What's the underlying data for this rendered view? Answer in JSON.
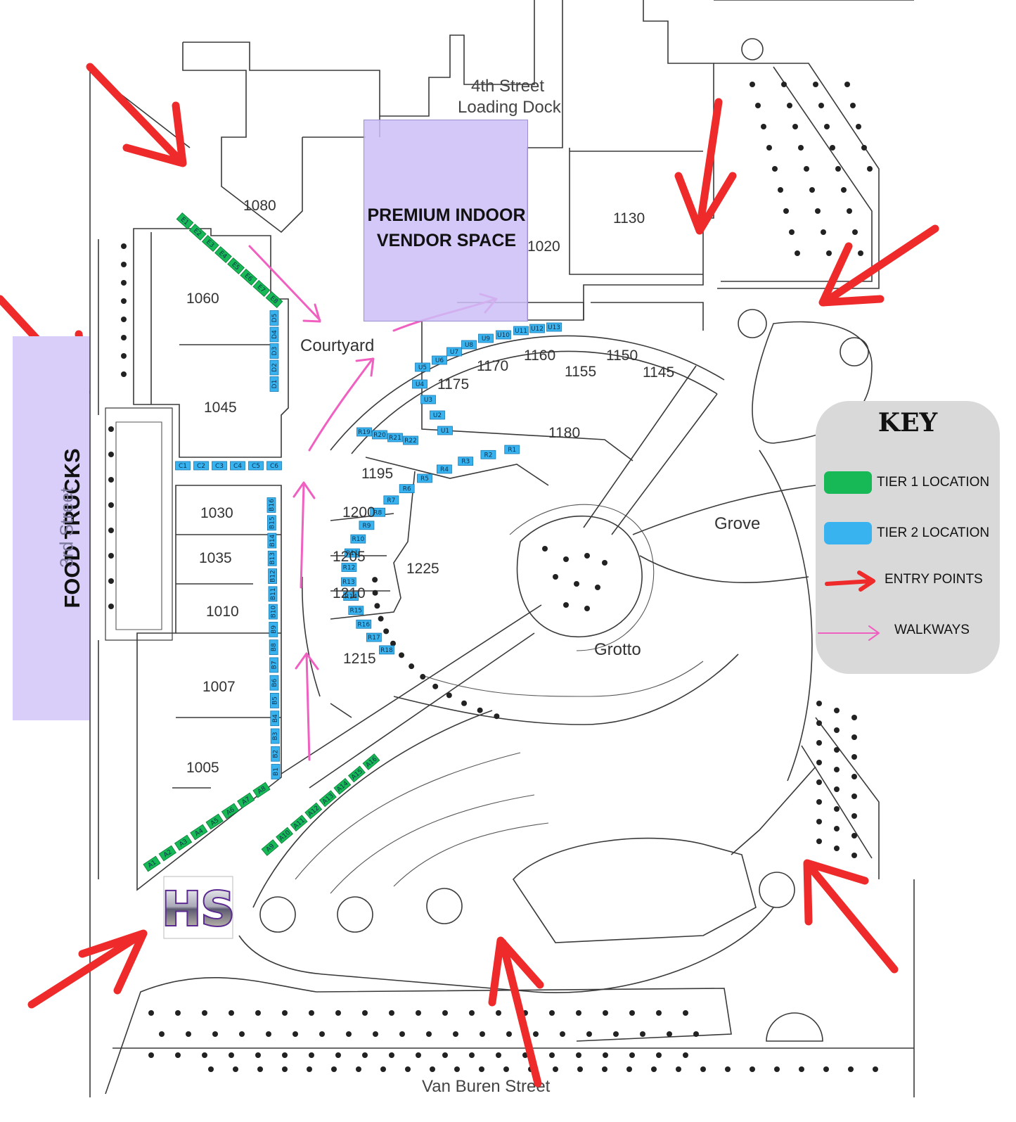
{
  "overlay_labels": {
    "food_trucks": "FOOD TRUCKS",
    "premium_line1": "PREMIUM INDOOR",
    "premium_line2": "VENDOR SPACE"
  },
  "streets": {
    "third": "3rd Street",
    "fourth_line1": "4th Street",
    "fourth_line2": "Loading Dock",
    "van_buren": "Van Buren Street"
  },
  "places": {
    "courtyard": "Courtyard",
    "grove": "Grove",
    "grotto": "Grotto"
  },
  "rooms": {
    "r1080": "1080",
    "r1060": "1060",
    "r1045": "1045",
    "r1030": "1030",
    "r1035": "1035",
    "r1010": "1010",
    "r1007": "1007",
    "r1005": "1005",
    "r1020": "1020",
    "r1130": "1130",
    "r1170": "1170",
    "r1160": "1160",
    "r1155": "1155",
    "r1150": "1150",
    "r1145": "1145",
    "r1175": "1175",
    "r1180": "1180",
    "r1195": "1195",
    "r1200": "1200",
    "r1205": "1205",
    "r1210": "1210",
    "r1215": "1215",
    "r1225": "1225"
  },
  "key": {
    "title": "KEY",
    "tier1": "TIER 1 LOCATION",
    "tier2": "TIER 2 LOCATION",
    "entry": "ENTRY POINTS",
    "walkways": "WALKWAYS"
  },
  "colors": {
    "tier1": "#16b956",
    "tier2": "#38b3f0",
    "entry": "#ee2a2a",
    "walkway": "#f060c0",
    "overlay": "#d9cefa",
    "key_bg": "#d9d9d9"
  },
  "logo": {
    "text": "HS"
  },
  "booths": {
    "A": [
      "A1",
      "A2",
      "A3",
      "A4",
      "A5",
      "A6",
      "A7",
      "A8",
      "A9",
      "A10",
      "A11",
      "A12",
      "A13",
      "A14",
      "A15",
      "A16"
    ],
    "B": [
      "B1",
      "B2",
      "B3",
      "B4",
      "B5",
      "B6",
      "B7",
      "B8",
      "B9",
      "B10",
      "B11",
      "B12",
      "B13",
      "B14",
      "B15",
      "B16"
    ],
    "C": [
      "C1",
      "C2",
      "C3",
      "C4",
      "C5",
      "C6"
    ],
    "D": [
      "D1",
      "D2",
      "D3",
      "D4",
      "D5"
    ],
    "E": [
      "E1",
      "E2",
      "E3",
      "E4",
      "E5",
      "E6",
      "E7",
      "E8"
    ],
    "R": [
      "R1",
      "R2",
      "R3",
      "R4",
      "R5",
      "R6",
      "R7",
      "R8",
      "R9",
      "R10",
      "R11",
      "R12",
      "R13",
      "R14",
      "R15",
      "R16",
      "R17",
      "R18",
      "R19",
      "R20",
      "R21",
      "R22"
    ],
    "U": [
      "U1",
      "U2",
      "U3",
      "U4",
      "U5",
      "U6",
      "U7",
      "U8",
      "U9",
      "U10",
      "U11",
      "U12",
      "U13"
    ]
  }
}
